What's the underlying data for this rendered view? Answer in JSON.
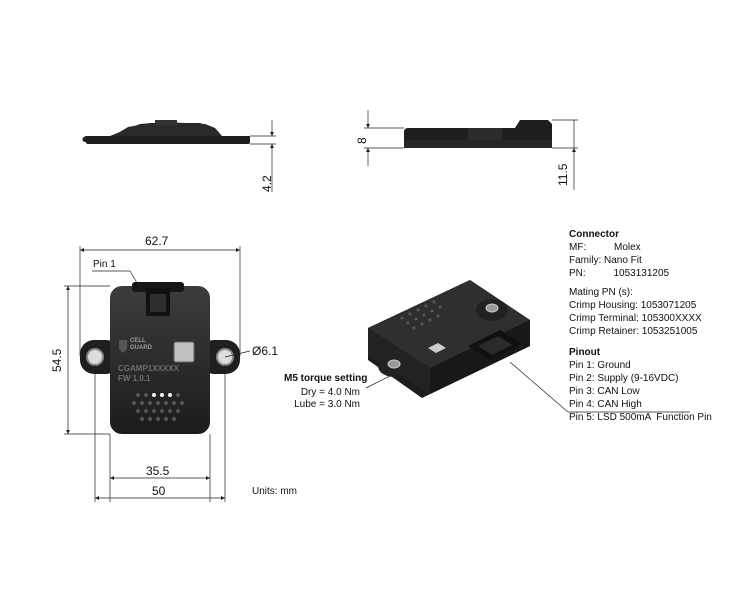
{
  "dimensions": {
    "side_height_left": "4.2",
    "side_thickness_right": "8",
    "side_height_right": "11.5",
    "width_top": "62.7",
    "height_left": "54.5",
    "hole_diameter": "Ø6.1",
    "inner_width": "35.5",
    "body_width": "50"
  },
  "front_view": {
    "pin1_label": "Pin 1",
    "logo_text_line1": "CELL",
    "logo_text_line2": "GUARD",
    "part_marking_line1": "CGAMP1XXXXX",
    "part_marking_line2": "FW 1.0.1"
  },
  "units_note": "Units: mm",
  "torque": {
    "title": "M5 torque setting",
    "dry": "Dry = 4.0 Nm",
    "lube": "Lube = 3.0 Nm"
  },
  "connector": {
    "title": "Connector",
    "mf": "MF:          Molex",
    "family": "Family: Nano Fit",
    "pn": "PN:          1053131205"
  },
  "mating": {
    "title": "Mating PN (s):",
    "housing": "Crimp Housing: 1053071205",
    "terminal": "Crimp Terminal: 105300XXXX",
    "retainer": "Crimp Retainer: 1053251005"
  },
  "pinout": {
    "title": "Pinout",
    "pins": [
      "Pin 1: Ground",
      "Pin 2: Supply (9-16VDC)",
      "Pin 3: CAN Low",
      "Pin 4: CAN High",
      "Pin 5: LSD 500mA  Function Pin"
    ]
  },
  "colors": {
    "body": "#1f1f1f",
    "body_light": "#3a3a3a",
    "line": "#222222"
  }
}
